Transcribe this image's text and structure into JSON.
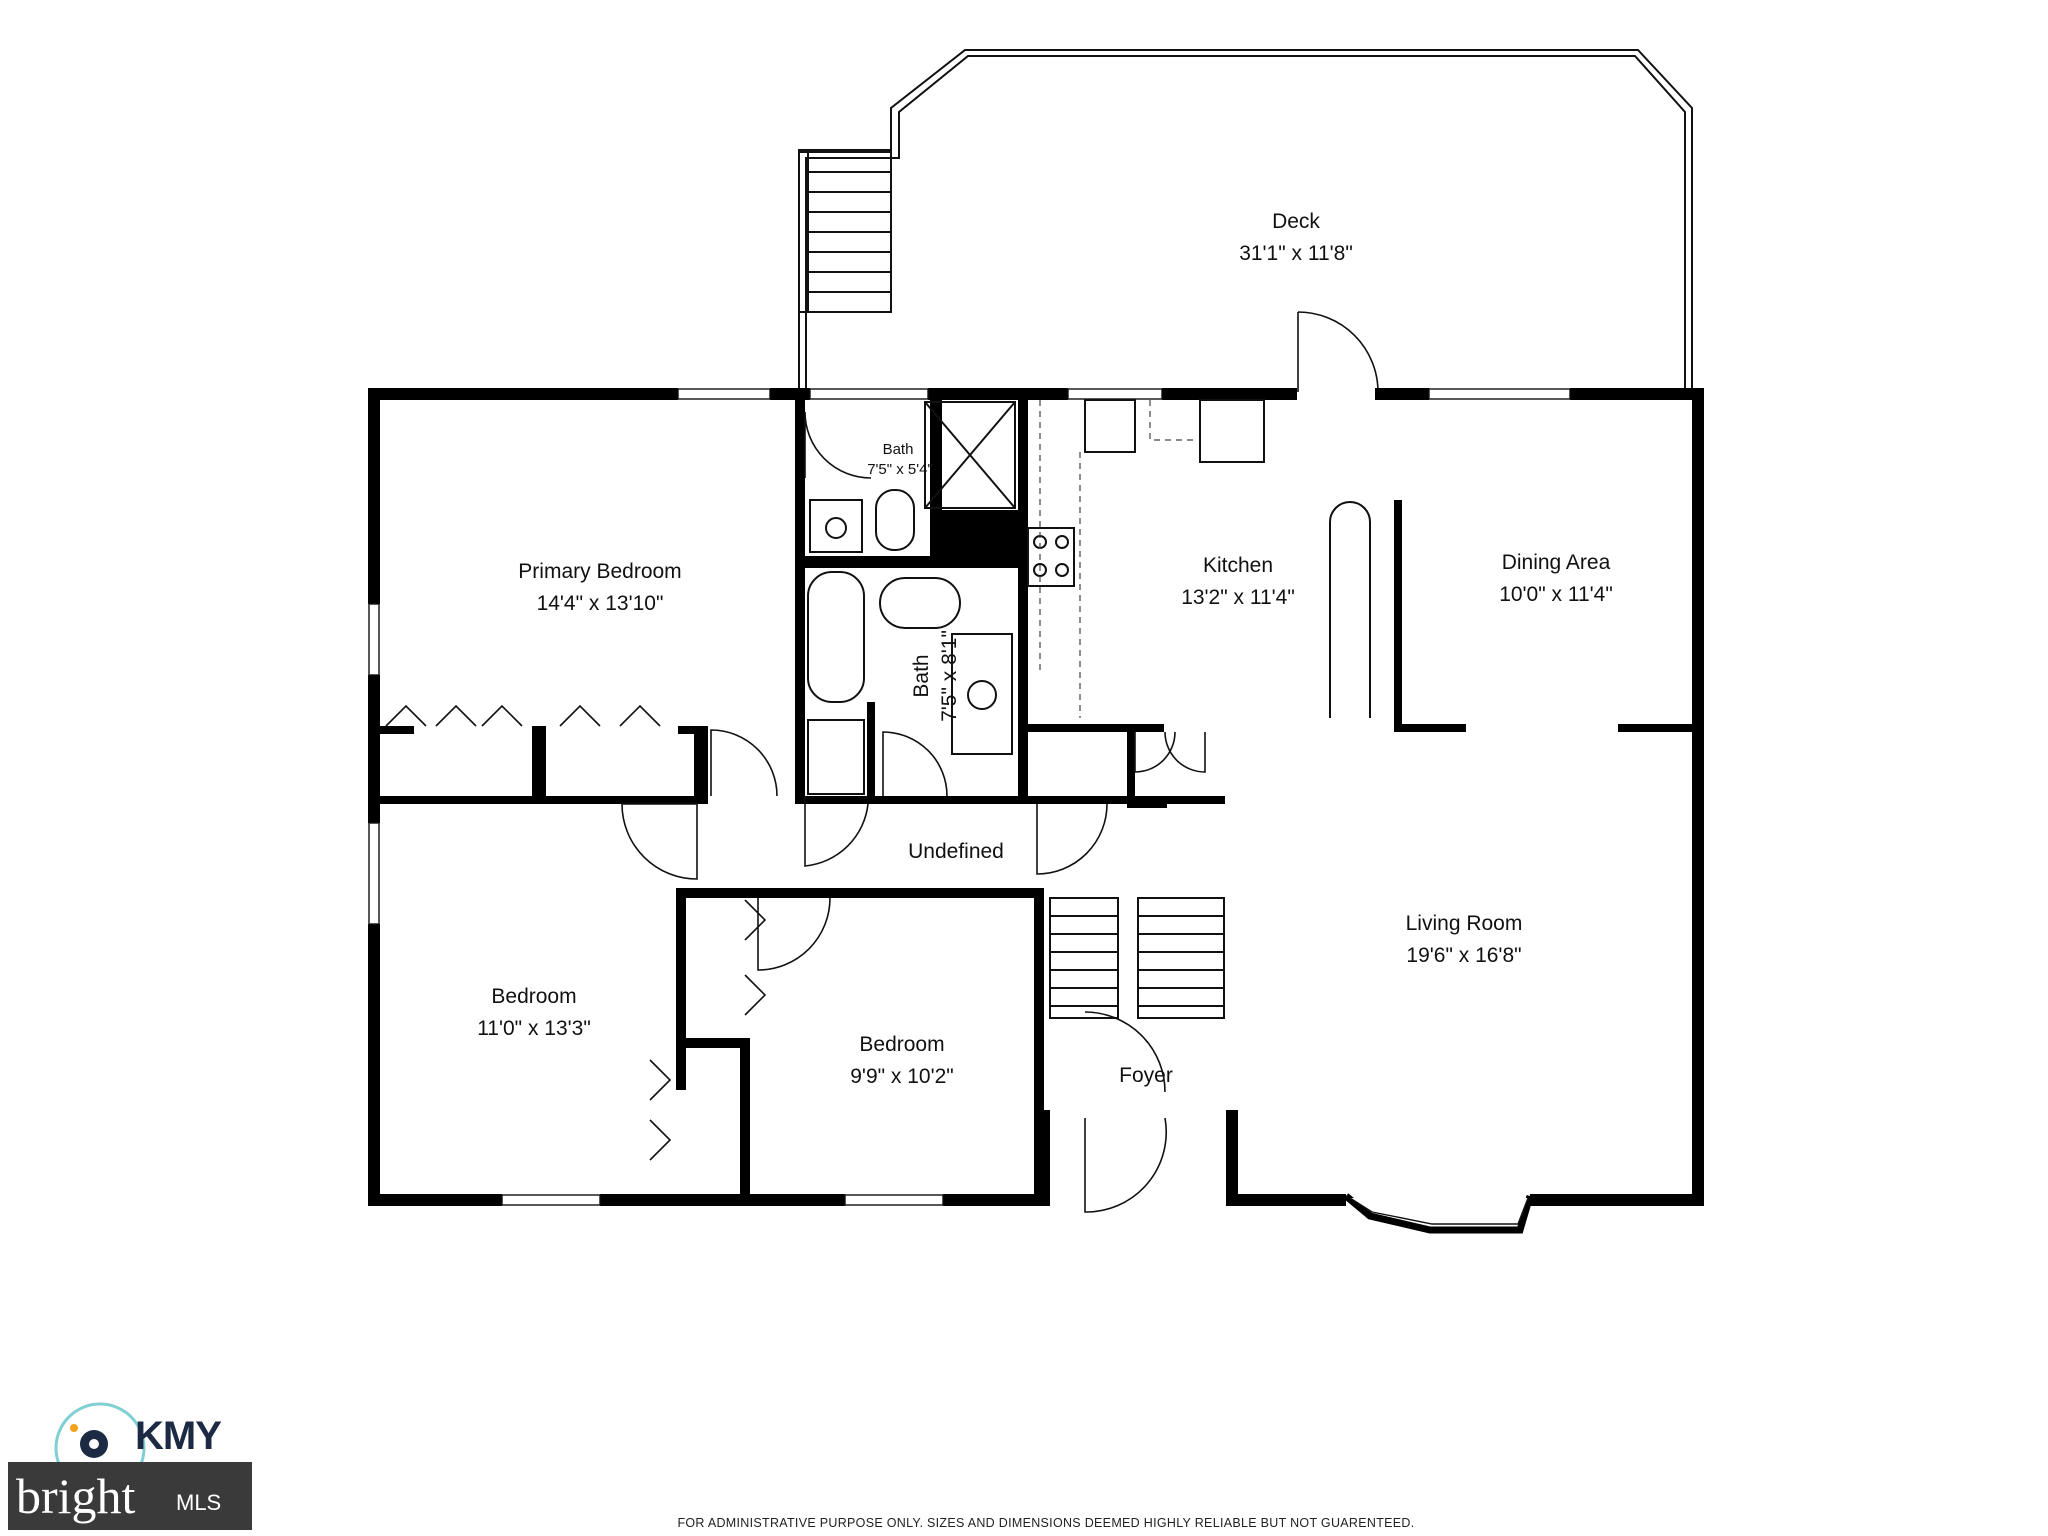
{
  "rooms": {
    "deck": {
      "name": "Deck",
      "dims": "31'1\" x 11'8\""
    },
    "primary_bedroom": {
      "name": "Primary Bedroom",
      "dims": "14'4\" x 13'10\""
    },
    "bath_upper": {
      "name": "Bath",
      "dims": "7'5\" x 5'4\""
    },
    "bath_lower": {
      "name": "Bath",
      "dims": "7'5\" x 8'1\""
    },
    "kitchen": {
      "name": "Kitchen",
      "dims": "13'2\" x 11'4\""
    },
    "dining": {
      "name": "Dining Area",
      "dims": "10'0\" x 11'4\""
    },
    "undefined": {
      "name": "Undefined"
    },
    "living": {
      "name": "Living Room",
      "dims": "19'6\" x 16'8\""
    },
    "bedroom_left": {
      "name": "Bedroom",
      "dims": "11'0\" x 13'3\""
    },
    "bedroom_mid": {
      "name": "Bedroom",
      "dims": "9'9\" x 10'2\""
    },
    "foyer": {
      "name": "Foyer"
    }
  },
  "disclaimer": "FOR ADMINISTRATIVE PURPOSE ONLY. SIZES AND DIMENSIONS DEEMED HIGHLY RELIABLE BUT NOT GUARENTEED.",
  "branding": {
    "logo_kmy": "KMY",
    "logo_bright": "bright",
    "logo_mls": "MLS"
  }
}
